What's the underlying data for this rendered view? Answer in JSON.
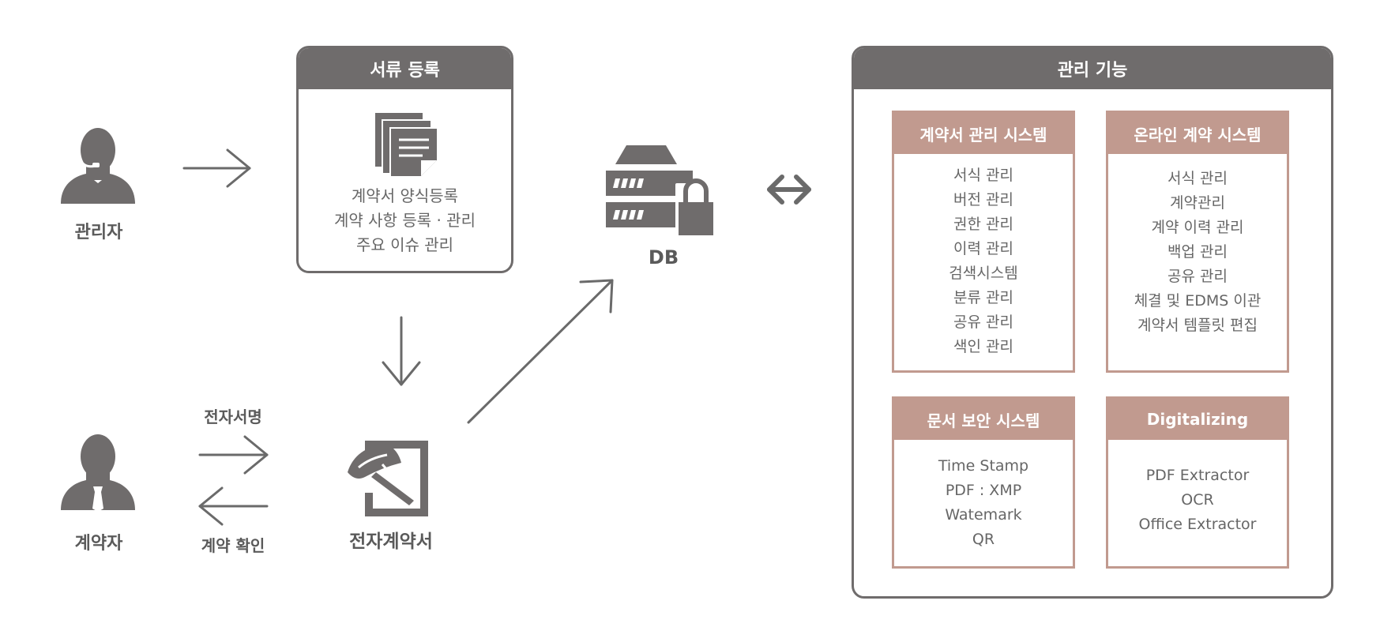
{
  "actors": {
    "admin": {
      "label": "관리자",
      "icon": "admin-person-headset-icon"
    },
    "contractor": {
      "label": "계약자",
      "icon": "contractor-person-tie-icon"
    }
  },
  "doc_registration": {
    "title": "서류 등록",
    "icon": "documents-icon",
    "items": [
      "계약서 양식등록",
      "계약 사항 등록 · 관리",
      "주요 이슈 관리"
    ]
  },
  "db": {
    "label": "DB",
    "icon": "database-server-lock-icon"
  },
  "e_contract": {
    "label": "전자계약서",
    "icon": "e-contract-pen-icon"
  },
  "edges": {
    "sign": "전자서명",
    "confirm": "계약 확인"
  },
  "management": {
    "title": "관리 기능",
    "systems": [
      {
        "title": "계약서 관리 시스템",
        "items": [
          "서식 관리",
          "버전 관리",
          "권한 관리",
          "이력 관리",
          "검색시스템",
          "분류 관리",
          "공유 관리",
          "색인 관리"
        ]
      },
      {
        "title": "온라인 계약 시스템",
        "items": [
          "서식 관리",
          "계약관리",
          "계약 이력 관리",
          "백업 관리",
          "공유 관리",
          "체결 및 EDMS 이관",
          "계약서 템플릿 편집"
        ]
      },
      {
        "title": "문서 보안 시스템",
        "items": [
          "Time Stamp",
          "PDF : XMP",
          "Watemark",
          "QR"
        ]
      },
      {
        "title": "Digitalizing",
        "items": [
          "PDF Extractor",
          "OCR",
          "Office Extractor"
        ]
      }
    ]
  },
  "colors": {
    "dark": "#6f6c6c",
    "accent": "#c19a8f",
    "text": "#666666"
  }
}
